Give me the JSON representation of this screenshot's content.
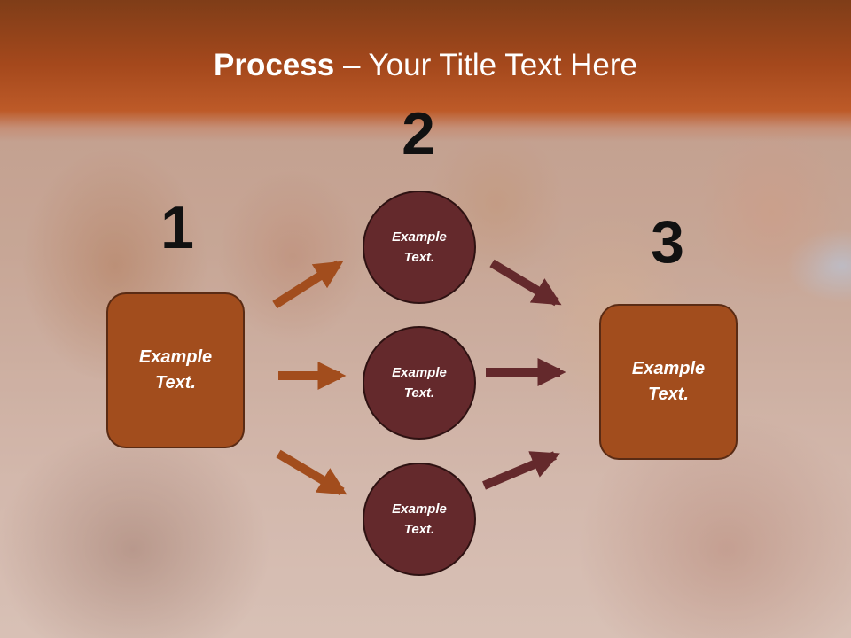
{
  "slide": {
    "title_bold": "Process",
    "title_rest": " – Your Title Text Here"
  },
  "steps": {
    "one": "1",
    "two": "2",
    "three": "3"
  },
  "boxes": {
    "left": "Example Text.",
    "right": "Example Text."
  },
  "circles": {
    "top": "Example Text.",
    "middle": "Example Text.",
    "bottom": "Example Text."
  },
  "colors": {
    "title_bar": "#a4481c",
    "box_fill": "#a24d1d",
    "circle_fill": "#64292c",
    "arrow_orange": "#a24d1d",
    "arrow_dark": "#64292c",
    "number_text": "#111111"
  },
  "background": {
    "image_description_icon": "party-photo-background"
  }
}
